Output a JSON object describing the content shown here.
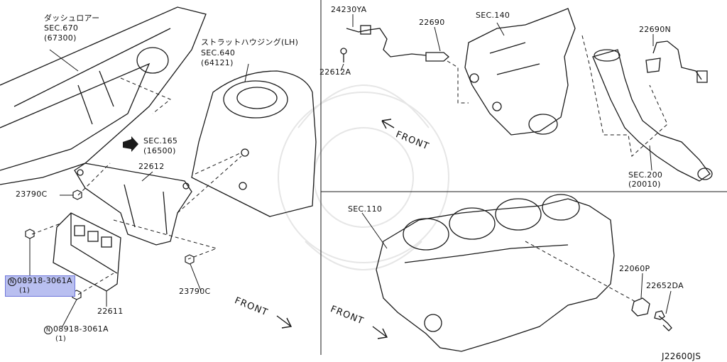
{
  "diagram_id": "J22600JS",
  "labels": {
    "dash_floor_jp": "ダッシュロアー",
    "sec670": "SEC.670",
    "sec670_code": "(67300)",
    "strut_housing_jp": "ストラットハウジング(LH)",
    "sec640": "SEC.640",
    "sec640_code": "(64121)",
    "sec165": "SEC.165",
    "sec165_code": "(16500)",
    "part_22612": "22612",
    "part_23790c_left": "23790C",
    "part_23790c_right": "23790C",
    "bolt_highlight_symbol": "N",
    "bolt_highlight": "08918-3061A",
    "bolt_highlight_qty": "(1)",
    "bolt_bottom_symbol": "N",
    "bolt_bottom": "08918-3061A",
    "bolt_bottom_qty": "(1)",
    "part_22611": "22611",
    "front_left": "FRONT",
    "part_24230ya": "24230YA",
    "part_22612a": "22612A",
    "part_22690": "22690",
    "sec140": "SEC.140",
    "part_22690n": "22690N",
    "front_top": "FRONT",
    "sec200": "SEC.200",
    "sec200_code": "(20010)",
    "sec110": "SEC.110",
    "part_22060p": "22060P",
    "part_22652da": "22652DA",
    "front_bottom": "FRONT"
  },
  "colors": {
    "line": "#1a1a1a",
    "highlight_bg": "#b9bff0",
    "highlight_border": "#6e76d9",
    "watermark": "#e6e6e6"
  }
}
